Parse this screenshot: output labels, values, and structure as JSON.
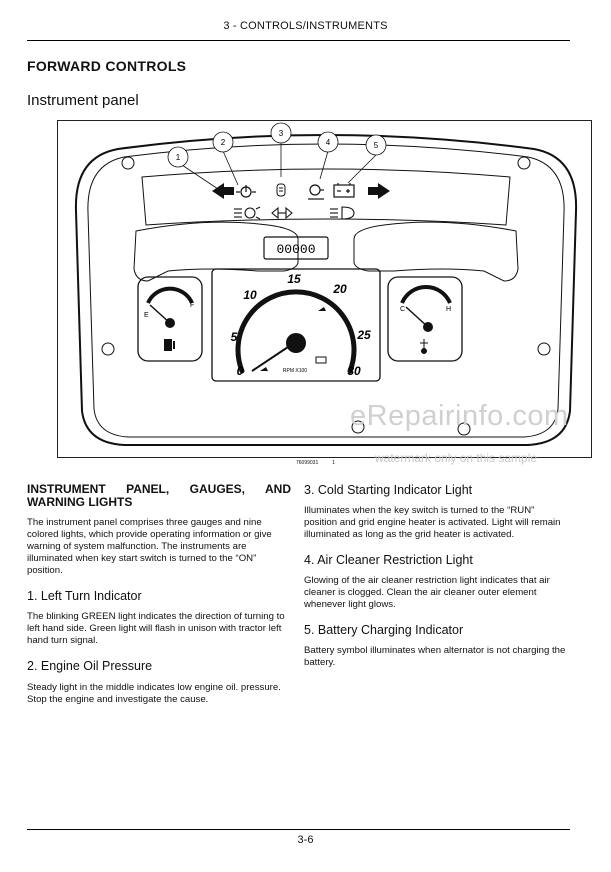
{
  "header": {
    "title": "3 - CONTROLS/INSTRUMENTS"
  },
  "section_title": "FORWARD CONTROLS",
  "subsection_title": "Instrument panel",
  "figure": {
    "callouts": [
      "1",
      "2",
      "3",
      "4",
      "5"
    ],
    "odometer": "00000",
    "tach_numbers": [
      "0",
      "5",
      "10",
      "15",
      "20",
      "25",
      "30"
    ],
    "tach_unit": "RPM X100",
    "fuel_gauge": {
      "empty": "E",
      "full": "F"
    },
    "temp_gauge": {
      "cold": "C",
      "hot": "H"
    },
    "code": "76099031",
    "code_suffix": "1"
  },
  "watermark": {
    "brand": "eRepairinfo.com",
    "note": "watermark only on this sample"
  },
  "left_column": {
    "heading_line1": "INSTRUMENT PANEL, GAUGES, AND",
    "heading_line2": "WARNING LIGHTS",
    "intro": "The instrument panel comprises three gauges and nine colored lights, which provide operating information or give warning of system malfunction. The instruments are illuminated when key start switch is turned to the “ON” position.",
    "items": [
      {
        "title": "1. Left Turn Indicator",
        "text": "The blinking GREEN light indicates the direction of turning to left hand side. Green light will flash in unison with tractor left hand turn signal."
      },
      {
        "title": "2. Engine Oil Pressure",
        "text": "Steady light in the middle indicates low engine oil. pressure. Stop the engine and investigate the cause."
      }
    ]
  },
  "right_column": {
    "items": [
      {
        "title": "3. Cold Starting Indicator Light",
        "text": "Illuminates when the key switch is turned to the “RUN” position and grid engine heater is activated. Light will remain illuminated as long as the grid heater is activated."
      },
      {
        "title": "4. Air Cleaner Restriction Light",
        "text": "Glowing of the air cleaner restriction light indicates that air cleaner is clogged. Clean the air cleaner outer element whenever light glows."
      },
      {
        "title": "5. Battery Charging Indicator",
        "text": "Battery symbol illuminates when alternator is not charging the battery."
      }
    ]
  },
  "footer": {
    "page": "3-6"
  }
}
